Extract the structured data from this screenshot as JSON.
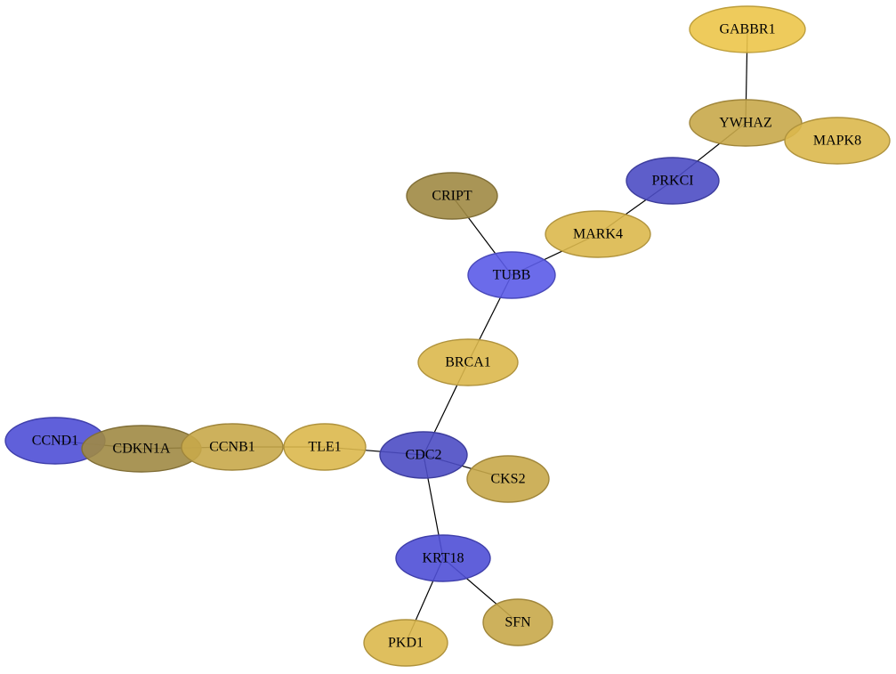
{
  "colors": {
    "blue_bright": "#5b5be8",
    "blue_mid": "#4f4fd6",
    "blue_dark": "#4c4cc4",
    "gold_light": "#ecc54a",
    "gold_mid": "#dcb84c",
    "gold_tan": "#c8a84a",
    "olive": "#a08a44",
    "edge": "#000000"
  },
  "nodes": [
    {
      "id": "GABBR1",
      "label": "GABBR1",
      "color": "gold_light"
    },
    {
      "id": "YWHAZ",
      "label": "YWHAZ",
      "color": "gold_tan"
    },
    {
      "id": "MAPK8",
      "label": "MAPK8",
      "color": "gold_mid"
    },
    {
      "id": "PRKCI",
      "label": "PRKCI",
      "color": "blue_dark"
    },
    {
      "id": "CRIPT",
      "label": "CRIPT",
      "color": "olive"
    },
    {
      "id": "MARK4",
      "label": "MARK4",
      "color": "gold_mid"
    },
    {
      "id": "TUBB",
      "label": "TUBB",
      "color": "blue_bright"
    },
    {
      "id": "BRCA1",
      "label": "BRCA1",
      "color": "gold_mid"
    },
    {
      "id": "CCND1",
      "label": "CCND1",
      "color": "blue_mid"
    },
    {
      "id": "CDKN1A",
      "label": "CDKN1A",
      "color": "olive"
    },
    {
      "id": "CCNB1",
      "label": "CCNB1",
      "color": "gold_tan"
    },
    {
      "id": "TLE1",
      "label": "TLE1",
      "color": "gold_mid"
    },
    {
      "id": "CDC2",
      "label": "CDC2",
      "color": "blue_dark"
    },
    {
      "id": "CKS2",
      "label": "CKS2",
      "color": "gold_tan"
    },
    {
      "id": "KRT18",
      "label": "KRT18",
      "color": "blue_mid"
    },
    {
      "id": "SFN",
      "label": "SFN",
      "color": "gold_tan"
    },
    {
      "id": "PKD1",
      "label": "PKD1",
      "color": "gold_mid"
    }
  ],
  "edges": [
    {
      "source": "GABBR1",
      "target": "YWHAZ"
    },
    {
      "source": "YWHAZ",
      "target": "PRKCI"
    },
    {
      "source": "PRKCI",
      "target": "MARK4"
    },
    {
      "source": "MARK4",
      "target": "TUBB"
    },
    {
      "source": "CRIPT",
      "target": "TUBB"
    },
    {
      "source": "TUBB",
      "target": "BRCA1"
    },
    {
      "source": "BRCA1",
      "target": "CDC2"
    },
    {
      "source": "CDC2",
      "target": "TLE1"
    },
    {
      "source": "CDC2",
      "target": "CKS2"
    },
    {
      "source": "CDC2",
      "target": "KRT18"
    },
    {
      "source": "KRT18",
      "target": "SFN"
    },
    {
      "source": "KRT18",
      "target": "PKD1"
    },
    {
      "source": "TLE1",
      "target": "CCNB1"
    },
    {
      "source": "CCNB1",
      "target": "CDKN1A"
    },
    {
      "source": "CDKN1A",
      "target": "CCND1"
    }
  ]
}
